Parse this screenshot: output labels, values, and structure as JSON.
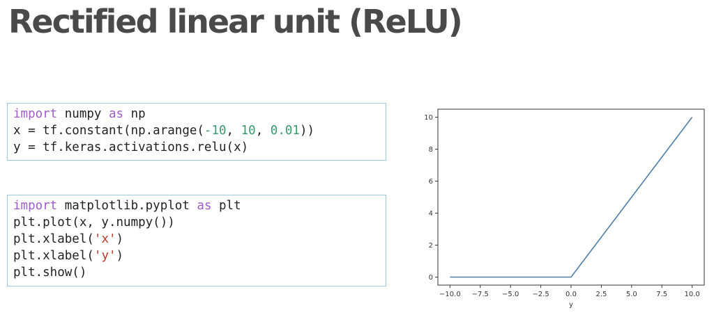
{
  "slide": {
    "title": "Rectified linear unit (ReLU)"
  },
  "code_cells": [
    {
      "lines": [
        [
          {
            "t": "import",
            "c": "kw"
          },
          {
            "t": " numpy "
          },
          {
            "t": "as",
            "c": "kw"
          },
          {
            "t": " np"
          }
        ],
        [
          {
            "t": "x = tf.constant(np.arange("
          },
          {
            "t": "-10",
            "c": "num"
          },
          {
            "t": ", "
          },
          {
            "t": "10",
            "c": "num"
          },
          {
            "t": ", "
          },
          {
            "t": "0.01",
            "c": "num"
          },
          {
            "t": "))"
          }
        ],
        [
          {
            "t": "y = tf.keras.activations.relu(x)"
          }
        ]
      ]
    },
    {
      "lines": [
        [
          {
            "t": "import",
            "c": "kw"
          },
          {
            "t": " matplotlib.pyplot "
          },
          {
            "t": "as",
            "c": "kw"
          },
          {
            "t": " plt"
          }
        ],
        [
          {
            "t": "plt.plot(x, y.numpy())"
          }
        ],
        [
          {
            "t": "plt.xlabel("
          },
          {
            "t": "'x'",
            "c": "str"
          },
          {
            "t": ")"
          }
        ],
        [
          {
            "t": "plt.xlabel("
          },
          {
            "t": "'y'",
            "c": "str"
          },
          {
            "t": ")"
          }
        ],
        [
          {
            "t": "plt.show()"
          }
        ]
      ]
    }
  ],
  "chart_data": {
    "type": "line",
    "title": "",
    "xlabel": "y",
    "ylabel": "",
    "xlim": [
      -11,
      11
    ],
    "ylim": [
      -0.5,
      10.5
    ],
    "xticks": [
      -10.0,
      -7.5,
      -5.0,
      -2.5,
      0.0,
      2.5,
      5.0,
      7.5,
      10.0
    ],
    "xtick_labels": [
      "−10.0",
      "−7.5",
      "−5.0",
      "−2.5",
      "0.0",
      "2.5",
      "5.0",
      "7.5",
      "10.0"
    ],
    "yticks": [
      0,
      2,
      4,
      6,
      8,
      10
    ],
    "ytick_labels": [
      "0",
      "2",
      "4",
      "6",
      "8",
      "10"
    ],
    "grid": false,
    "series": [
      {
        "color": "#4c7eaa",
        "x": [
          -10,
          0,
          10
        ],
        "y": [
          0,
          0,
          10
        ]
      }
    ]
  }
}
